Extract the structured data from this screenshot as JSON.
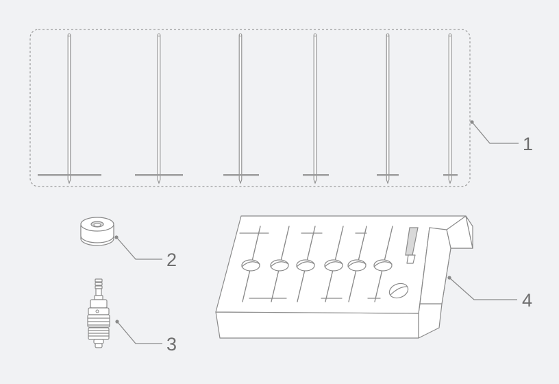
{
  "callouts": [
    {
      "id": "1",
      "label": "1"
    },
    {
      "id": "2",
      "label": "2"
    },
    {
      "id": "3",
      "label": "3"
    },
    {
      "id": "4",
      "label": "4"
    }
  ],
  "colors": {
    "background": "#f1f2f4",
    "stroke": "#8a8a8a",
    "label": "#6e6e6e",
    "part_fill": "#ffffff"
  },
  "icons": [
    "pin-set-icon",
    "spacer-ring-icon",
    "valve-adapter-icon",
    "storage-tray-icon"
  ]
}
